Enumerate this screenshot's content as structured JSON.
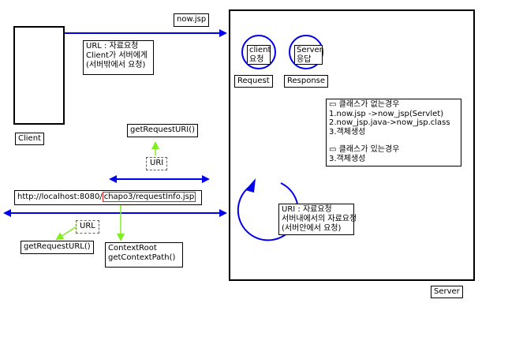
{
  "client": {
    "label": "Client"
  },
  "server": {
    "label": "Server"
  },
  "now_jsp": {
    "label": "now.jsp"
  },
  "url_note": {
    "lines": [
      "URL : 자료요청",
      "Client가 서버에게",
      "(서버밖에서 요청)"
    ]
  },
  "client_circle": {
    "lines": [
      "client",
      "요청"
    ]
  },
  "server_circle": {
    "lines": [
      "Server",
      "응답"
    ]
  },
  "request_label": "Request",
  "response_label": "Response",
  "class_note": {
    "lines": [
      "▭ 클래스가 없는경우",
      "1.now.jsp ->now_jsp(Servlet)",
      "2.now_jsp.java->now_jsp.class",
      "3.객체생성",
      "",
      "▭ 클래스가 있는경우",
      "3.객체생성"
    ]
  },
  "uri_note": {
    "lines": [
      "URI : 자료요청",
      "서버내에서의 자료요청",
      "(서버안에서 요청)"
    ]
  },
  "get_request_uri": "getRequestURI()",
  "uri_tag": "URI",
  "url_tag": "URL",
  "get_request_url": "getRequestURL()",
  "address": {
    "prefix": "http://localhost:8080",
    "slash": "/",
    "context": "chapo3",
    "rest": "/requestInfo.jsp"
  },
  "context_root": {
    "lines": [
      "ContextRoot",
      "getContextPath()"
    ]
  },
  "colors": {
    "blue": "#0000ee",
    "green": "#80ee20",
    "red": "#e02020",
    "ink": "#000000"
  }
}
